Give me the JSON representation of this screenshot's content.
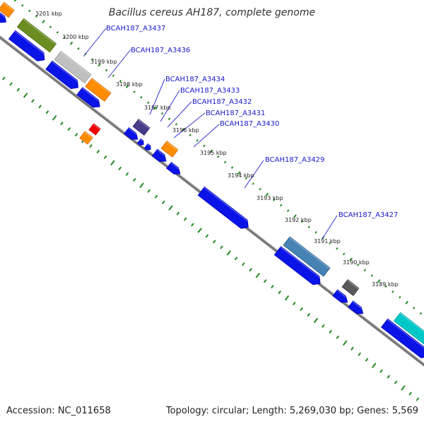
{
  "title": "Bacillus cereus AH187, complete genome",
  "footer": {
    "accession": "Accession: NC_011658",
    "topology": "Topology: circular; Length: 5,269,030 bp; Genes: 5,569"
  },
  "colors": {
    "blue": "#0a14e6",
    "olive": "#6b8e23",
    "silver": "#c0c0c0",
    "orange": "#ff8c00",
    "slate": "#483d8b",
    "steel": "#4682b4",
    "gray": "#595959",
    "cyan": "#00c8c8",
    "red": "#ee0000",
    "tick": "#228b22",
    "backbone": "#777777",
    "label_line": "#3333cc"
  },
  "kbp_labels": [
    "3201 kbp",
    "3200 kbp",
    "3199 kbp",
    "3198 kbp",
    "3197 kbp",
    "3196 kbp",
    "3195 kbp",
    "3194 kbp",
    "3193 kbp",
    "3192 kbp",
    "3191 kbp",
    "3190 kbp",
    "3189 kbp"
  ],
  "gene_labels": [
    "BCAH187_A3437",
    "BCAH187_A3436",
    "BCAH187_A3434",
    "BCAH187_A3433",
    "BCAH187_A3432",
    "BCAH187_A3431",
    "BCAH187_A3430",
    "BCAH187_A3429",
    "BCAH187_A3427"
  ]
}
